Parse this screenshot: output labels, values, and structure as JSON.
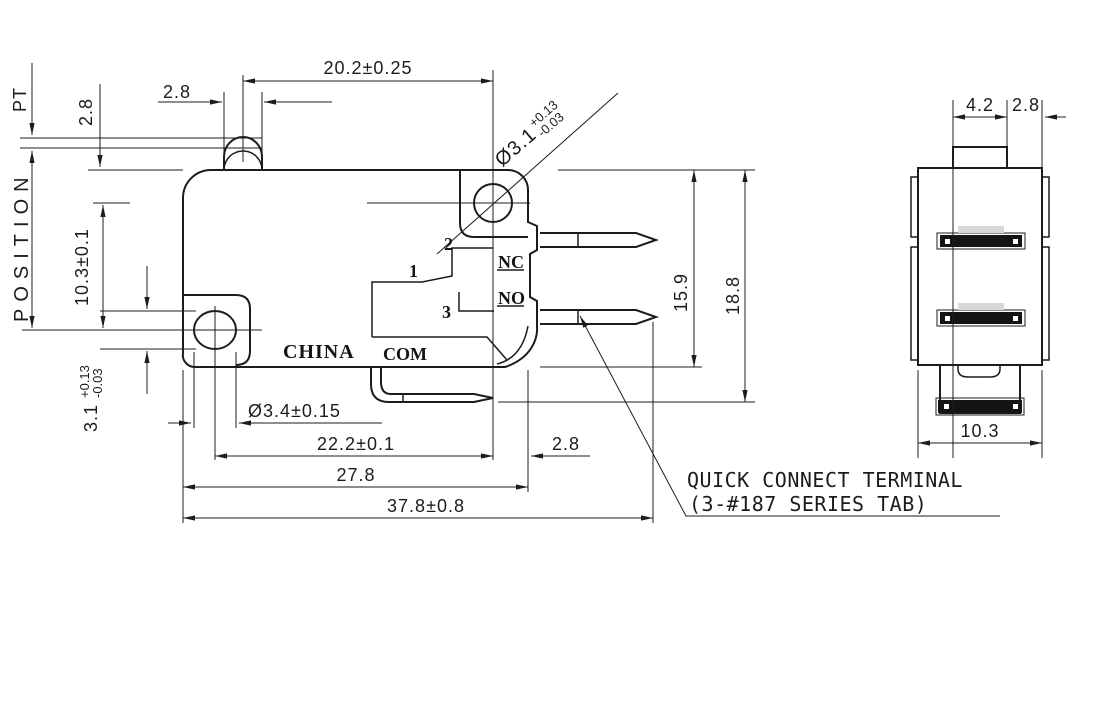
{
  "colors": {
    "line": "#1c1c1c",
    "terminal_fill": "#141414",
    "slot_fill": "#d8d8d8",
    "background": "#ffffff"
  },
  "front_view": {
    "dimensions": {
      "top_width": "20.2±0.25",
      "plunger_width": "2.8",
      "pretravel_label": "PT",
      "position_label": "POSITION",
      "plunger_height": "2.8",
      "hole_vertical_offset": "10.3±0.1",
      "left_hole_dia": "3.1",
      "left_hole_tol_plus": "+0.13",
      "left_hole_tol_minus": "-0.03",
      "slot_dia": "Ø3.4±0.15",
      "hole_spacing": "22.2±0.1",
      "hole_edge_offset": "2.8",
      "body_width": "27.8",
      "overall_width": "37.8±0.8",
      "body_height": "15.9",
      "overall_height": "18.8",
      "top_hole_dia": "Ø3.1",
      "top_hole_tol_plus": "+0.13",
      "top_hole_tol_minus": "-0.03"
    },
    "labels": {
      "brand": "CHINA",
      "com": "COM",
      "nc": "NC",
      "no": "NO",
      "pin1": "1",
      "pin2": "2",
      "pin3": "3"
    }
  },
  "side_view": {
    "dimensions": {
      "button_width": "4.2",
      "button_edge_offset": "2.8",
      "depth": "10.3"
    }
  },
  "callout": {
    "line1": "QUICK CONNECT TERMINAL",
    "line2": "(3-#187 SERIES TAB)"
  }
}
